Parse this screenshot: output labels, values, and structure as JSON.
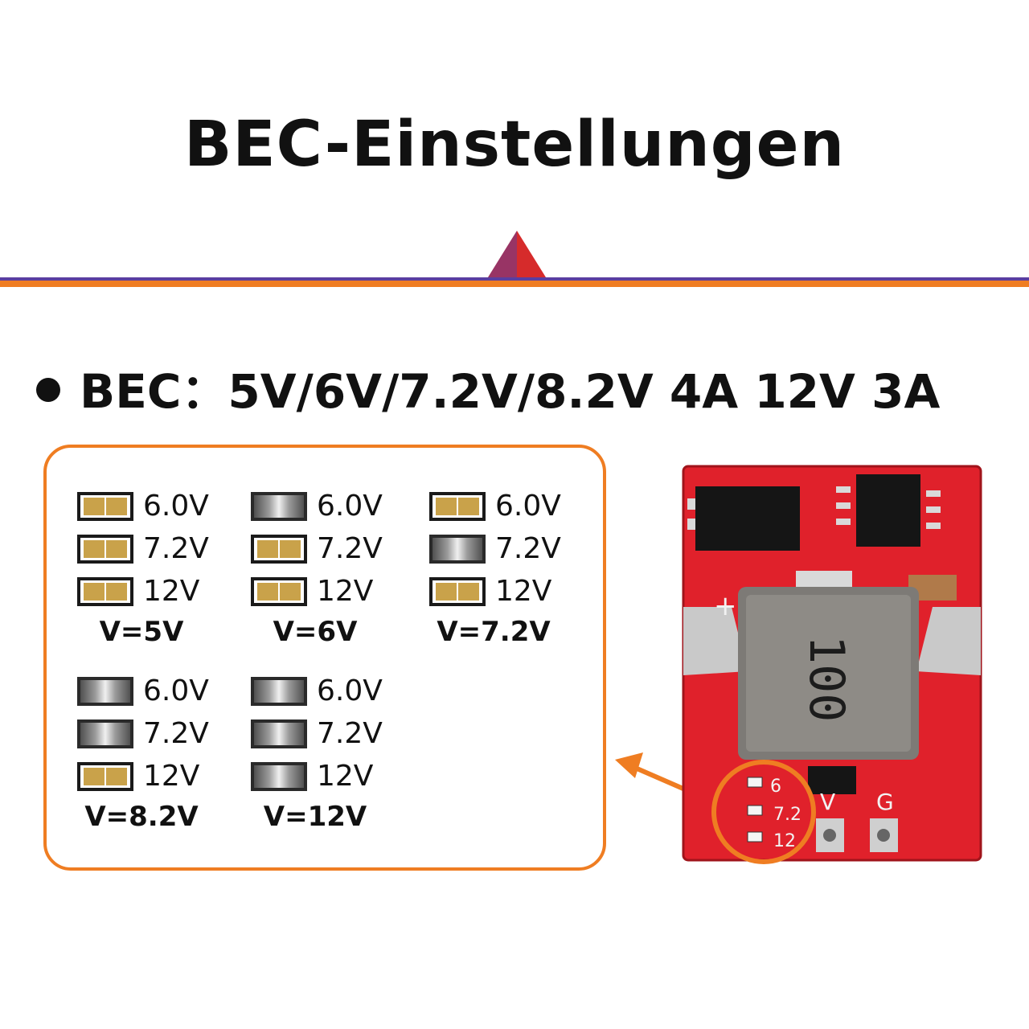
{
  "title": "BEC-Einstellungen",
  "spec": "BEC：5V/6V/7.2V/8.2V 4A   12V 3A",
  "pad_labels": [
    "6.0V",
    "7.2V",
    "12V"
  ],
  "settings": [
    {
      "result": "V=5V",
      "pads": [
        "open",
        "open",
        "open"
      ]
    },
    {
      "result": "V=6V",
      "pads": [
        "closed",
        "open",
        "open"
      ]
    },
    {
      "result": "V=7.2V",
      "pads": [
        "open",
        "closed",
        "open"
      ]
    },
    {
      "result": "V=8.2V",
      "pads": [
        "closed",
        "closed",
        "open"
      ]
    },
    {
      "result": "V=12V",
      "pads": [
        "closed",
        "closed",
        "closed"
      ]
    }
  ],
  "board": {
    "inductor_marking": "100",
    "pad_marks": [
      "6",
      "7.2",
      "12"
    ],
    "terminal_v": "V",
    "terminal_g": "G",
    "plus": "+"
  },
  "colors": {
    "accent": "#ef7d22",
    "divider_red": "#d62b2b",
    "divider_blue": "#5a3ea0",
    "pcb": "#e0212b"
  }
}
